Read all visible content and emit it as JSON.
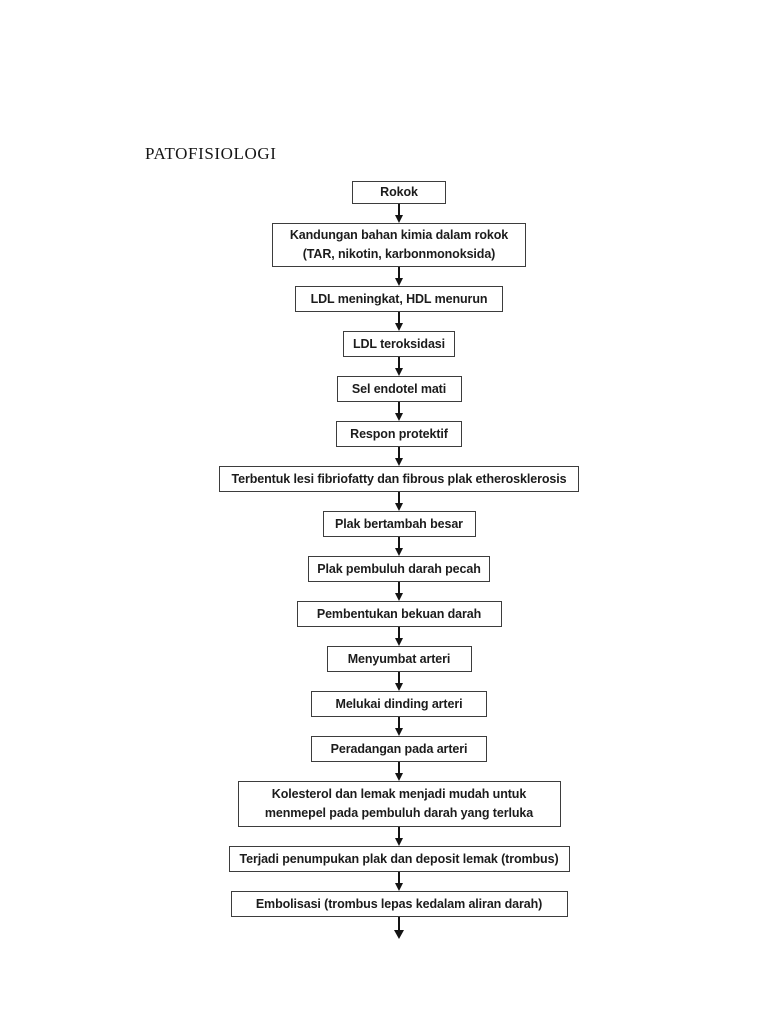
{
  "page": {
    "title": "PATOFISIOLOGI"
  },
  "flowchart": {
    "direction": "top-down",
    "colors": {
      "background": "#ffffff",
      "box_border": "#3d3d3d",
      "text": "#1c1c1c",
      "arrow": "#141414"
    },
    "nodes": [
      {
        "id": "rokok",
        "label": "Rokok"
      },
      {
        "id": "kandungan-kimia",
        "label": "Kandungan bahan kimia dalam rokok\n(TAR, nikotin, karbonmonoksida)"
      },
      {
        "id": "ldl-hdl",
        "label": "LDL meningkat, HDL menurun"
      },
      {
        "id": "ldl-teroksidasi",
        "label": "LDL teroksidasi"
      },
      {
        "id": "sel-endotel-mati",
        "label": "Sel endotel mati"
      },
      {
        "id": "respon-protektif",
        "label": "Respon protektif"
      },
      {
        "id": "lesi-fibriofatty",
        "label": "Terbentuk lesi fibriofatty dan fibrous plak etherosklerosis"
      },
      {
        "id": "plak-bertambah",
        "label": "Plak bertambah besar"
      },
      {
        "id": "plak-pecah",
        "label": "Plak pembuluh darah pecah"
      },
      {
        "id": "bekuan-darah",
        "label": "Pembentukan bekuan darah"
      },
      {
        "id": "menyumbat-arteri",
        "label": "Menyumbat arteri"
      },
      {
        "id": "melukai-dinding",
        "label": "Melukai dinding arteri"
      },
      {
        "id": "peradangan-arteri",
        "label": "Peradangan pada arteri"
      },
      {
        "id": "kolesterol-menempel",
        "label": "Kolesterol dan lemak menjadi mudah untuk\nmenmepel pada pembuluh darah yang terluka"
      },
      {
        "id": "penumpukan-plak",
        "label": "Terjadi penumpukan plak dan deposit lemak (trombus)"
      },
      {
        "id": "embolisasi",
        "label": "Embolisasi (trombus lepas kedalam aliran darah)"
      }
    ]
  }
}
